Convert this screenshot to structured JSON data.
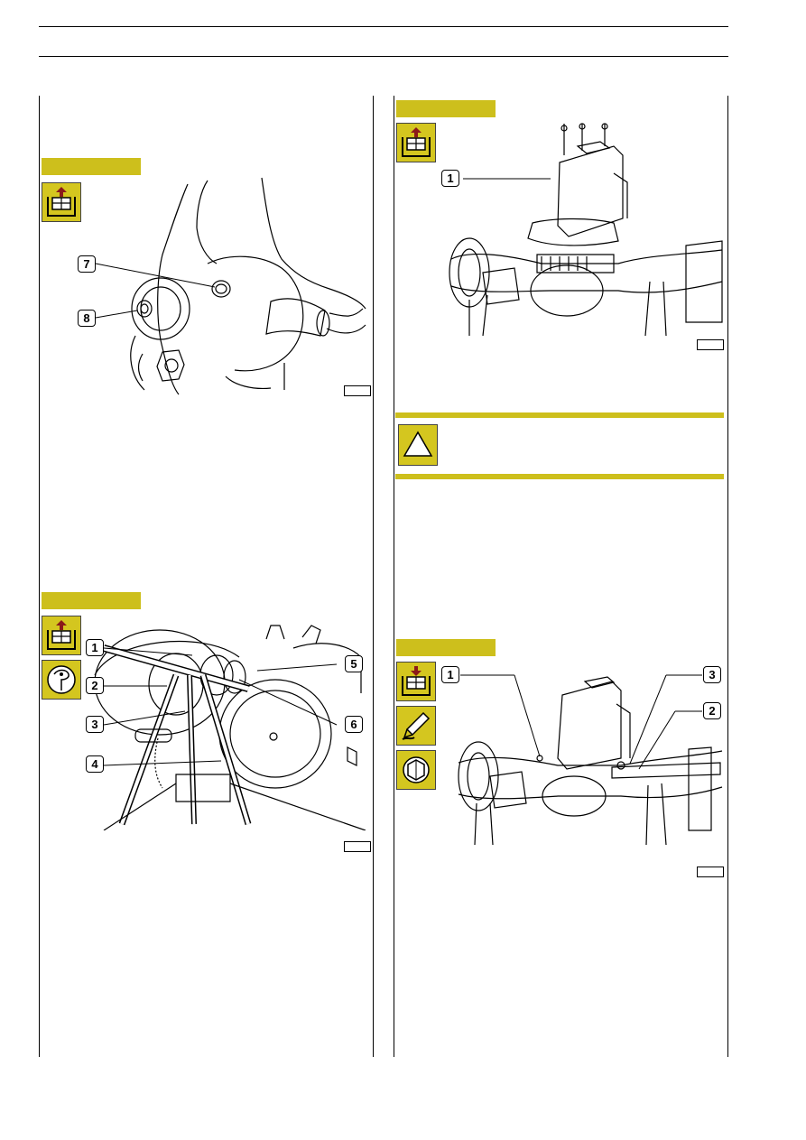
{
  "colors": {
    "accent": "#cdbf1c",
    "icon_arrow": "#8b1a1a",
    "line": "#000000"
  },
  "icons": {
    "removal": "removal-icon",
    "refit": "refit-icon",
    "tool": "tool-icon",
    "sealant": "sealant-icon",
    "torque": "torque-icon",
    "warning": "warning-icon"
  },
  "figures": {
    "fig1": {
      "callouts": [
        "7",
        "8"
      ]
    },
    "fig2": {
      "callouts": [
        "1",
        "2",
        "3",
        "4",
        "5",
        "6"
      ]
    },
    "fig3": {
      "callouts": [
        "1"
      ]
    },
    "fig4": {
      "callouts": [
        "1",
        "3",
        "2"
      ]
    }
  }
}
